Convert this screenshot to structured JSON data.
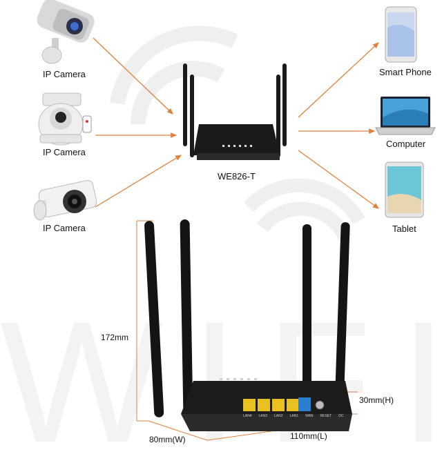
{
  "diagram": {
    "devices_left": [
      {
        "label": "IP Camera",
        "icon": "bullet-camera-icon"
      },
      {
        "label": "IP Camera",
        "icon": "dome-camera-icon"
      },
      {
        "label": "IP Camera",
        "icon": "ir-camera-icon"
      }
    ],
    "devices_right": [
      {
        "label": "Smart Phone",
        "icon": "smartphone-icon"
      },
      {
        "label": "Computer",
        "icon": "laptop-icon"
      },
      {
        "label": "Tablet",
        "icon": "tablet-icon"
      }
    ],
    "router_model": "WE826-T",
    "arrow_color": "#e0803a",
    "watermark_text": "WIFI"
  },
  "dimensions": {
    "height": "172mm",
    "depth": "30mm(H)",
    "width": "80mm(W)",
    "length": "110mm(L)"
  },
  "ports": [
    "LAN4",
    "LAN3",
    "LAN2",
    "LAN1",
    "WAN",
    "RESET",
    "DC"
  ]
}
